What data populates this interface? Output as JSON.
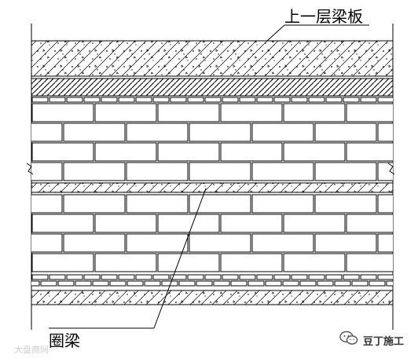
{
  "labels": {
    "upper_slab": "上一层梁板",
    "ring_beam": "圈梁"
  },
  "watermarks": {
    "left": "大盘商网",
    "right": "豆丁施工"
  },
  "icons": {
    "wm_right_icon": "wechat-icon"
  },
  "colors": {
    "line": "#000000",
    "background": "#ffffff"
  }
}
